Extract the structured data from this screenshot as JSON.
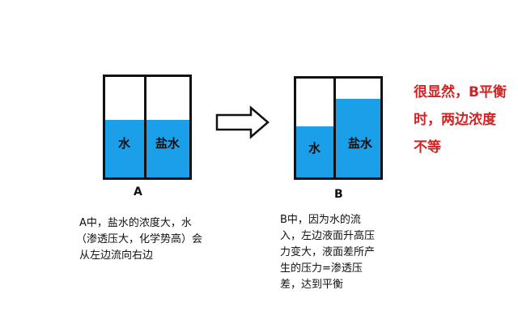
{
  "diagram": {
    "colors": {
      "water": "#1a9fe8",
      "frame": "#111111",
      "arrow_fill": "#ffffff",
      "arrow_stroke": "#111111",
      "note": "#d42222"
    },
    "beaker_a": {
      "left_label": "水",
      "right_label": "盐水",
      "caption": "A"
    },
    "beaker_b": {
      "left_label": "水",
      "right_label": "盐水",
      "caption": "B"
    },
    "text_a": [
      "A中，盐水的浓度大，水",
      "（渗透压大，化学势高）会",
      "从左边流向右边"
    ],
    "text_b": [
      "B中，因为水的流",
      "入，左边液面升高压",
      "力变大，液面差所产",
      "生的压力=渗透压",
      "差，达到平衡"
    ],
    "note": [
      "很显然，B平衡",
      "时，两边浓度",
      "不等"
    ]
  }
}
